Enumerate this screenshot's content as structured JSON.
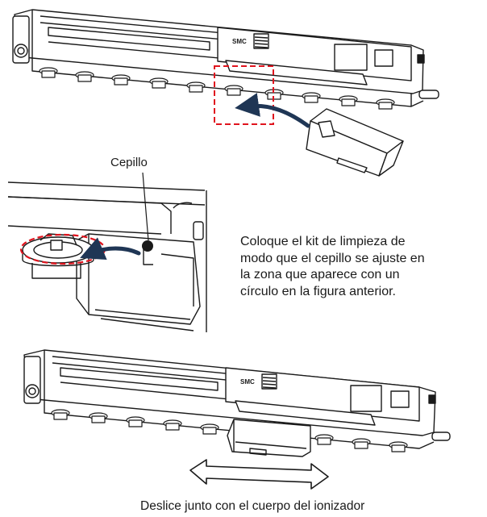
{
  "labels": {
    "brush": "Cepillo",
    "logo_text": "SMC"
  },
  "instruction": {
    "lines": [
      "Coloque el kit de limpieza de",
      "modo que el cepillo se ajuste en",
      "la zona que aparece con un",
      "círculo en la figura anterior."
    ]
  },
  "caption": "Deslice junto con el cuerpo del ionizador",
  "colors": {
    "highlight_red": "#e0141e",
    "arrow_navy": "#1f3655",
    "line": "#1a1a1a"
  },
  "icons": [
    "arrow-curved-icon",
    "double-arrow-icon",
    "highlight-rect-icon",
    "highlight-ellipse-icon"
  ]
}
